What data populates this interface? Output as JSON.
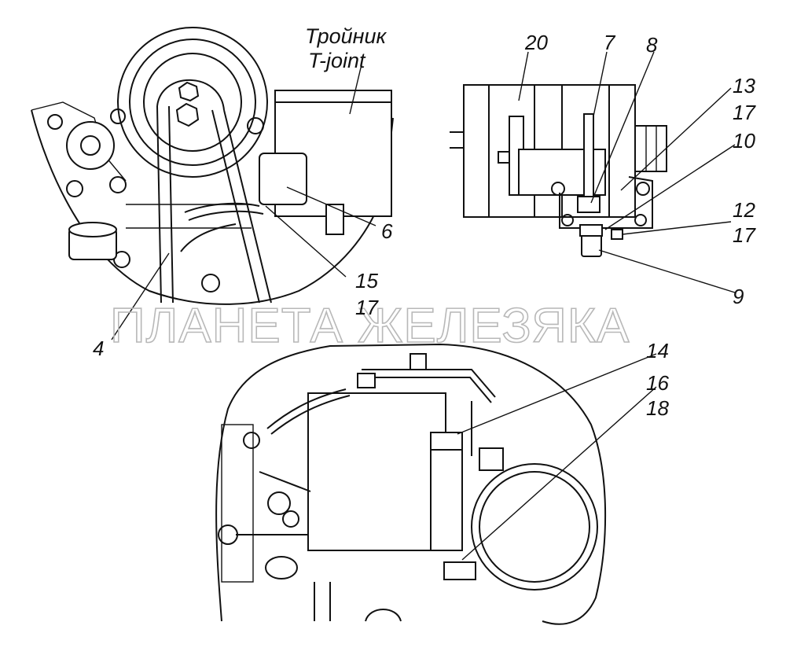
{
  "diagram": {
    "annotation": {
      "line1": "Тройник",
      "line2": "T-joint"
    },
    "callouts": [
      "20",
      "7",
      "8",
      "13",
      "17",
      "10",
      "12",
      "17",
      "9",
      "6",
      "15",
      "17",
      "4",
      "14",
      "16",
      "18"
    ],
    "watermark": "ПЛАНЕТА ЖЕЛЕЗЯКА"
  }
}
